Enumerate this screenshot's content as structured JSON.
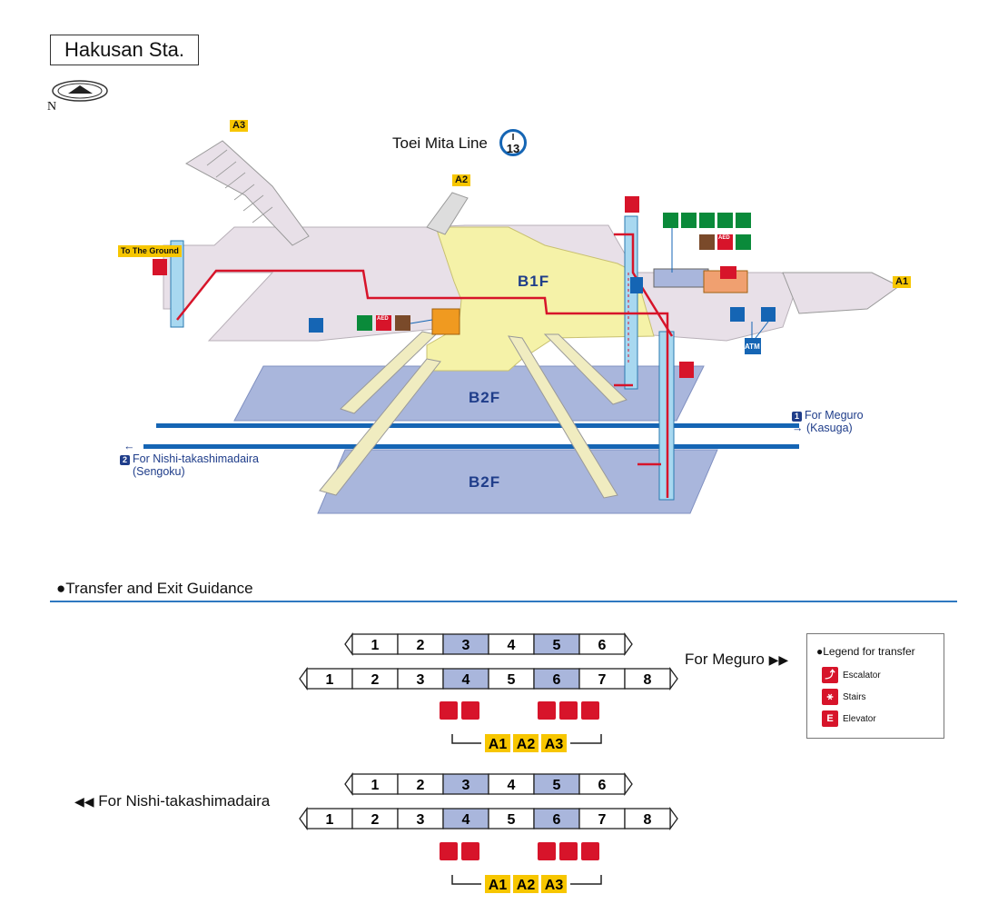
{
  "station": {
    "title": "Hakusan Sta.",
    "compass_label": "N"
  },
  "line": {
    "name": "Toei Mita Line",
    "code_letter": "I",
    "code_number": "13"
  },
  "map": {
    "floors": {
      "b1f": "B1F",
      "b2f_upper": "B2F",
      "b2f_lower": "B2F"
    },
    "exits": {
      "a1": "A1",
      "a2": "A2",
      "a3": "A3"
    },
    "to_ground": "To The Ground",
    "atm": "ATM",
    "aed": "AED",
    "dir1": {
      "num": "1",
      "line1": "For Meguro",
      "line2": "(Kasuga)"
    },
    "dir2": {
      "num": "2",
      "line1": "For Nishi-takashimadaira",
      "line2": "(Sengoku)"
    }
  },
  "guidance": {
    "section_title": "●Transfer and Exit Guidance",
    "for_meguro": "For Meguro",
    "for_nishi": "For Nishi-takashimadaira",
    "train6": [
      "1",
      "2",
      "3",
      "4",
      "5",
      "6"
    ],
    "train8": [
      "1",
      "2",
      "3",
      "4",
      "5",
      "6",
      "7",
      "8"
    ],
    "exits_label": [
      "A1",
      "A2",
      "A3"
    ],
    "legend": {
      "title": "●Legend for transfer",
      "escalator": "Escalator",
      "stairs": "Stairs",
      "elevator": "Elevator"
    },
    "colors": {
      "highlight": "#a9b6dc",
      "exit_yellow": "#f7c600",
      "icon_red": "#d7142a",
      "line_blue": "#1565b4"
    }
  }
}
